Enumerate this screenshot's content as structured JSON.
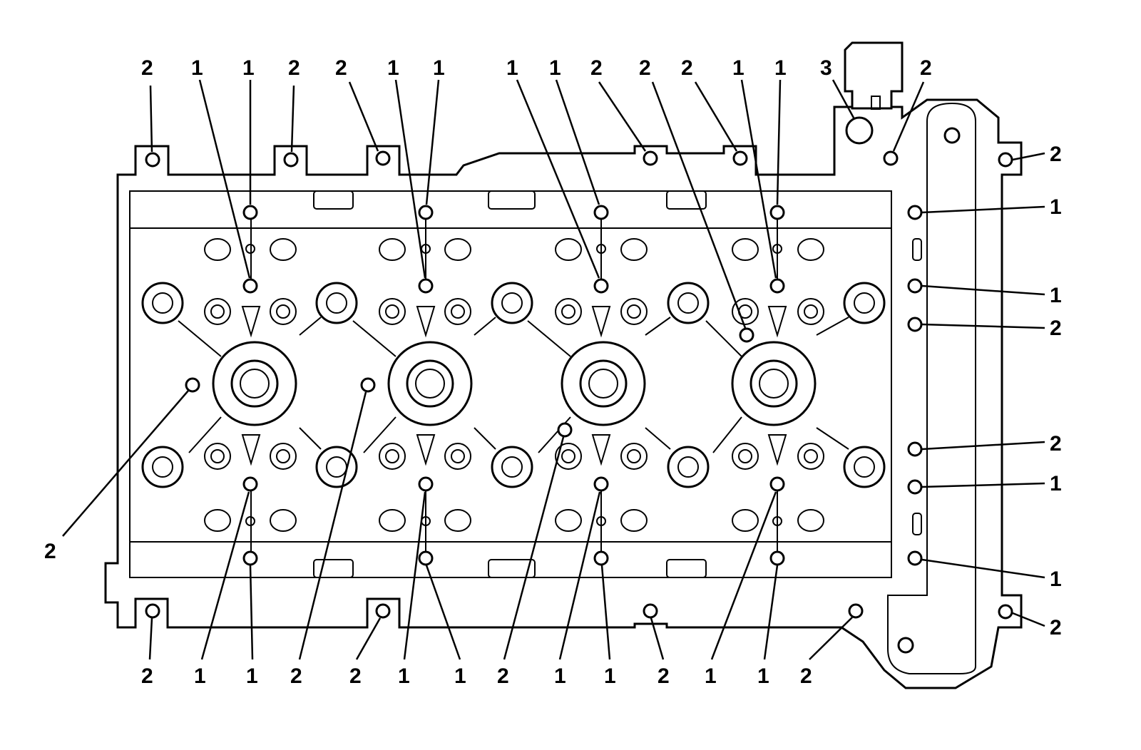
{
  "diagram": {
    "legend_values": [
      "1",
      "2",
      "3"
    ],
    "callouts": [
      {
        "label": "2"
      },
      {
        "label": "1"
      },
      {
        "label": "1"
      },
      {
        "label": "2"
      },
      {
        "label": "2"
      },
      {
        "label": "1"
      },
      {
        "label": "1"
      },
      {
        "label": "1"
      },
      {
        "label": "1"
      },
      {
        "label": "2"
      },
      {
        "label": "2"
      },
      {
        "label": "2"
      },
      {
        "label": "1"
      },
      {
        "label": "1"
      },
      {
        "label": "3"
      },
      {
        "label": "2"
      },
      {
        "label": "2"
      },
      {
        "label": "1"
      },
      {
        "label": "1"
      },
      {
        "label": "2"
      },
      {
        "label": "2"
      },
      {
        "label": "1"
      },
      {
        "label": "1"
      },
      {
        "label": "2"
      },
      {
        "label": "2"
      },
      {
        "label": "1"
      },
      {
        "label": "1"
      },
      {
        "label": "2"
      },
      {
        "label": "2"
      },
      {
        "label": "1"
      },
      {
        "label": "1"
      },
      {
        "label": "2"
      },
      {
        "label": "1"
      },
      {
        "label": "1"
      },
      {
        "label": "2"
      },
      {
        "label": "1"
      },
      {
        "label": "1"
      },
      {
        "label": "2"
      },
      {
        "label": "2"
      }
    ]
  }
}
